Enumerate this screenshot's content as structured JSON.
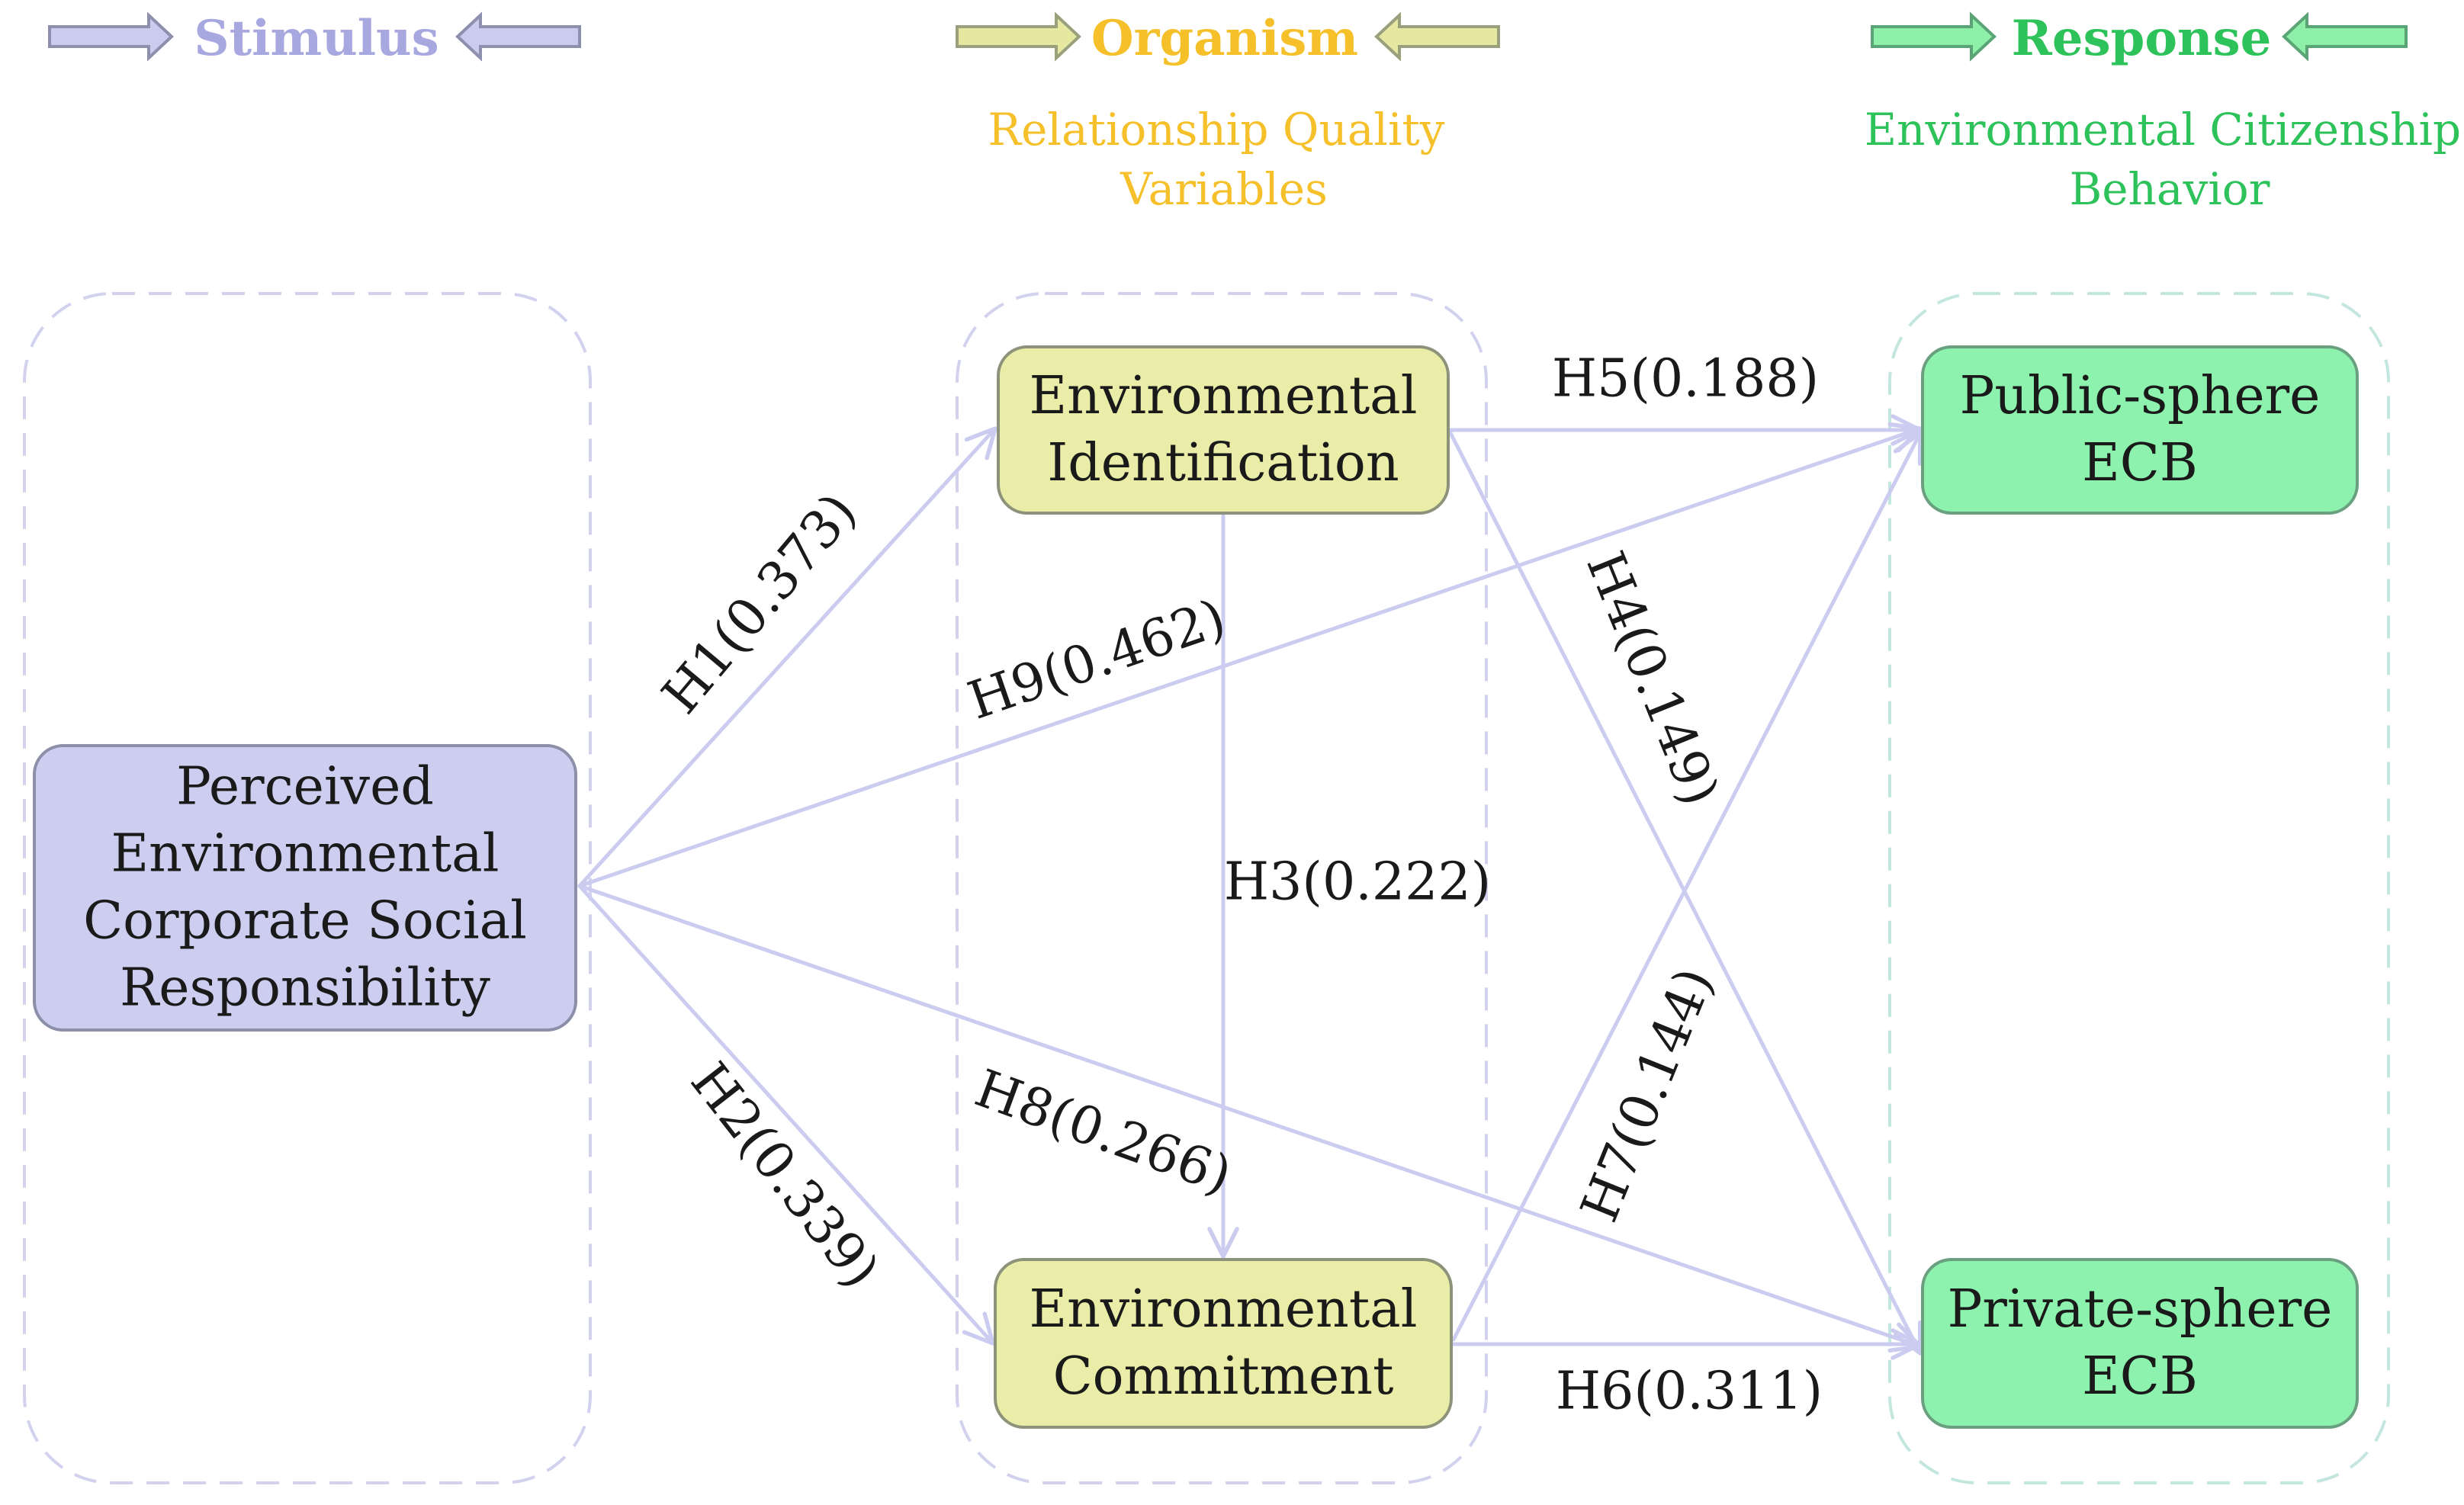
{
  "colors": {
    "stimulus": "#a8a8e0",
    "stimulus_arrow_fill": "#cbcbed",
    "stimulus_arrow_stroke": "#8c8fae",
    "organism": "#f5c02a",
    "organism_arrow_fill": "#e6e8a2",
    "organism_arrow_stroke": "#9aa07c",
    "response": "#2ec35a",
    "response_arrow_fill": "#8ef0a8",
    "response_arrow_stroke": "#5aa475",
    "stimulus_frame": "#d2d2ef",
    "organism_frame": "#d2d2ef",
    "response_frame": "#c3e6df",
    "node_stimulus_fill": "#cdcdf0",
    "node_stimulus_stroke": "#8b8fa8",
    "node_organism_fill": "#eaeda8",
    "node_organism_stroke": "#8d937a",
    "node_response_fill": "#8cf2ad",
    "node_response_stroke": "#6a9f80",
    "edge": "#ccccf0"
  },
  "headers": {
    "stimulus": {
      "title": "Stimulus",
      "subtitle_lines": []
    },
    "organism": {
      "title": "Organism",
      "subtitle_lines": [
        "Relationship Quality",
        "Variables"
      ]
    },
    "response": {
      "title": "Response",
      "subtitle_lines": [
        "Environmental Citizenship",
        "Behavior"
      ]
    }
  },
  "nodes": {
    "pecsr": {
      "lines": [
        "Perceived",
        "Environmental",
        "Corporate Social",
        "Responsibility"
      ]
    },
    "ei": {
      "lines": [
        "Environmental",
        "Identification"
      ]
    },
    "ec": {
      "lines": [
        "Environmental",
        "Commitment"
      ]
    },
    "pub": {
      "lines": [
        "Public-sphere",
        "ECB"
      ]
    },
    "priv": {
      "lines": [
        "Private-sphere",
        "ECB"
      ]
    }
  },
  "paths": [
    {
      "id": "h1",
      "from": "pecsr",
      "to": "ei",
      "label": "H1(0.373)"
    },
    {
      "id": "h2",
      "from": "pecsr",
      "to": "ec",
      "label": "H2(0.339)"
    },
    {
      "id": "h3",
      "from": "ei",
      "to": "ec",
      "label": "H3(0.222)"
    },
    {
      "id": "h4",
      "from": "ei",
      "to": "priv",
      "label": "H4(0.149)"
    },
    {
      "id": "h5",
      "from": "ei",
      "to": "pub",
      "label": "H5(0.188)"
    },
    {
      "id": "h6",
      "from": "ec",
      "to": "priv",
      "label": "H6(0.311)"
    },
    {
      "id": "h7",
      "from": "ec",
      "to": "pub",
      "label": "H7(0.144)"
    },
    {
      "id": "h8",
      "from": "pecsr",
      "to": "priv",
      "label": "H8(0.266)"
    },
    {
      "id": "h9",
      "from": "pecsr",
      "to": "pub",
      "label": "H9(0.462)"
    }
  ]
}
